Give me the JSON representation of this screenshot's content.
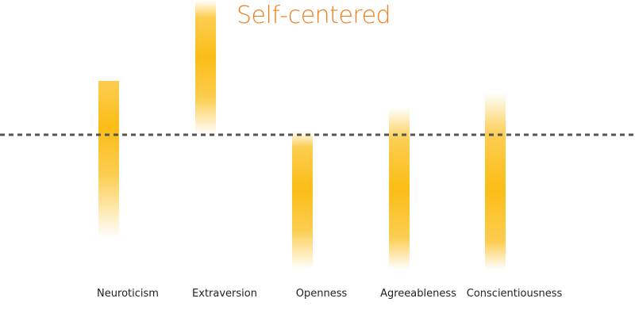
{
  "chart_data": {
    "type": "bar",
    "title": "Self-centered",
    "categories": [
      "Neuroticism",
      "Extraversion",
      "Openness",
      "Agreeableness",
      "Conscientiousness"
    ],
    "series": [
      {
        "low": [
          -1.35,
          0.0,
          -1.75,
          -1.75,
          -1.75
        ],
        "high": [
          0.7,
          1.75,
          0.05,
          0.35,
          0.55
        ],
        "center": [
          0.1,
          1.0,
          -0.7,
          -0.7,
          -0.7
        ]
      }
    ],
    "ylim": [
      -1.75,
      1.75
    ],
    "baseline": 0,
    "bar_color": "#fbbd16",
    "title_color": "#f07f1b",
    "baseline_color": "#555555",
    "grid": false,
    "legend": "none"
  }
}
